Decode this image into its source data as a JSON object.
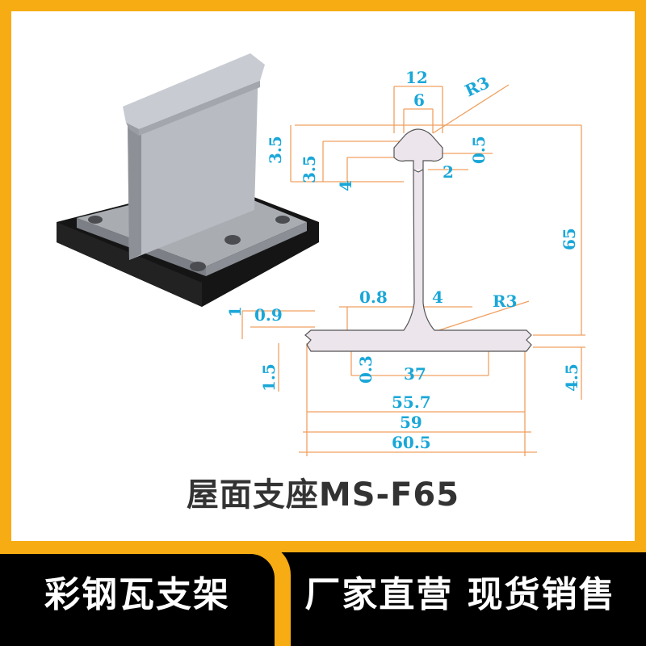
{
  "title": "屋面支座MS-F65",
  "bottom_banner": {
    "left": "彩钢瓦支架",
    "right": "厂家直营 现货销售"
  },
  "dimensions": {
    "d12": "12",
    "d6": "6",
    "r3_top": "R3",
    "d3_5a": "3.5",
    "d3_5b": "3.5",
    "d4a": "4",
    "d2": "2",
    "d0_5": "0.5",
    "d65": "65",
    "d1": "1",
    "d0_9": "0.9",
    "d0_8": "0.8",
    "d4b": "4",
    "r3_bottom": "R3",
    "d1_5": "1.5",
    "d0_3": "0.3",
    "d37": "37",
    "d4_5": "4.5",
    "d55_7": "55.7",
    "d59": "59",
    "d60_5": "60.5"
  },
  "colors": {
    "frame": "#f6ac12",
    "dimension_text": "#1aa7d8",
    "dimension_line": "#f0a060"
  }
}
